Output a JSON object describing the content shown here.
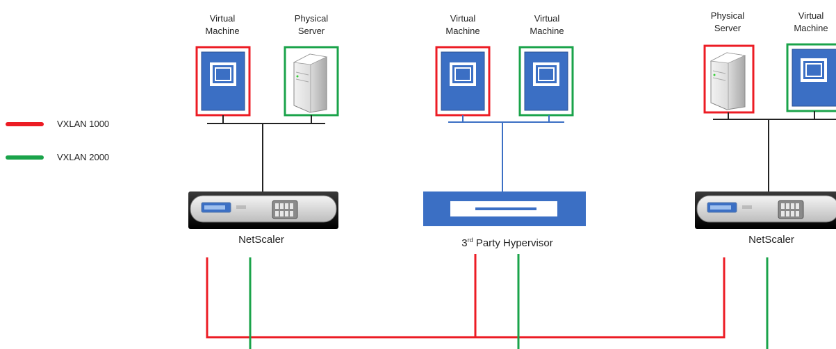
{
  "colors": {
    "vxlan1000": "#ec1c24",
    "vxlan2000": "#1aa34a",
    "vm_fill": "#3b6fc4",
    "bus": "#222222",
    "hypervisor": "#3b6fc4"
  },
  "legend": [
    {
      "label": "VXLAN 1000"
    },
    {
      "label": "VXLAN 2000"
    }
  ],
  "groups": [
    {
      "nodes": [
        {
          "label_line1": "Virtual",
          "label_line2": "Machine"
        },
        {
          "label_line1": "Physical",
          "label_line2": "Server"
        }
      ],
      "device": {
        "label": "NetScaler"
      }
    },
    {
      "nodes": [
        {
          "label_line1": "Virtual",
          "label_line2": "Machine"
        },
        {
          "label_line1": "Virtual",
          "label_line2": "Machine"
        }
      ],
      "device": {
        "label_prefix": "3",
        "label_sup": "rd",
        "label_rest": " Party Hypervisor"
      }
    },
    {
      "nodes": [
        {
          "label_line1": "Physical",
          "label_line2": "Server"
        },
        {
          "label_line1": "Virtual",
          "label_line2": "Machine"
        }
      ],
      "device": {
        "label": "NetScaler"
      }
    }
  ]
}
